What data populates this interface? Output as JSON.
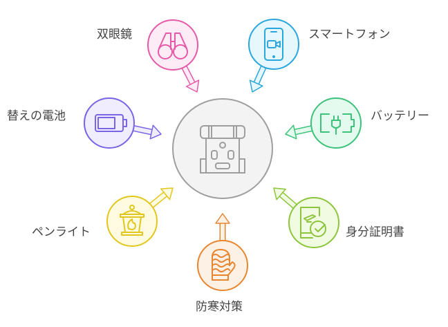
{
  "center": {
    "icon": "backpack-icon",
    "stroke": "#9e9e9e",
    "fill": "#f3f3f3"
  },
  "items": [
    {
      "label": "双眼鏡",
      "icon": "binoculars-icon",
      "stroke": "#e55aa8",
      "fill": "#fdebf5"
    },
    {
      "label": "スマートフォン",
      "icon": "smartphone-icon",
      "stroke": "#2aa6dc",
      "fill": "#e6f7fd"
    },
    {
      "label": "替えの電池",
      "icon": "battery-icon",
      "stroke": "#7b63e6",
      "fill": "#f0eefe"
    },
    {
      "label": "バッテリー",
      "icon": "power-bank-icon",
      "stroke": "#3cc27a",
      "fill": "#e4faef"
    },
    {
      "label": "ペンライト",
      "icon": "lantern-icon",
      "stroke": "#e2c61c",
      "fill": "#fefbe0"
    },
    {
      "label": "防寒対策",
      "icon": "mitten-icon",
      "stroke": "#e8852f",
      "fill": "#fdf0e4"
    },
    {
      "label": "身分証明書",
      "icon": "id-phone-icon",
      "stroke": "#8cc43c",
      "fill": "#f1fbe2"
    }
  ]
}
